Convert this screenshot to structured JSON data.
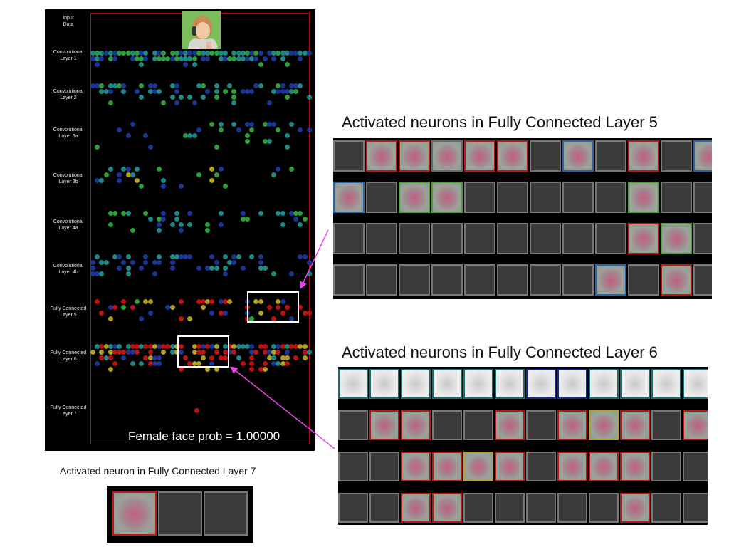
{
  "network_panel": {
    "layers": [
      {
        "line1": "Input",
        "line2": "Data"
      },
      {
        "line1": "Convolutional",
        "line2": "Layer 1"
      },
      {
        "line1": "Convolutional",
        "line2": "Layer 2"
      },
      {
        "line1": "Convolutional",
        "line2": "Layer 3a"
      },
      {
        "line1": "Convolutional",
        "line2": "Layer 3b"
      },
      {
        "line1": "Convolutional",
        "line2": "Layer 4a"
      },
      {
        "line1": "Convolutional",
        "line2": "Layer 4b"
      },
      {
        "line1": "Fully Connected",
        "line2": "Layer 5"
      },
      {
        "line1": "Fully Connected",
        "line2": "Layer 6"
      },
      {
        "line1": "Fully Connected",
        "line2": "Layer 7"
      }
    ],
    "probability_text": "Female face prob = 1.00000"
  },
  "fc5_panel": {
    "title": "Activated neurons in Fully Connected Layer 5",
    "rows": [
      [
        "gray",
        "active-red",
        "active-red",
        "active-gray",
        "active-red",
        "active-red",
        "gray",
        "active-blue",
        "gray",
        "active-red",
        "gray",
        "active-blue"
      ],
      [
        "active-blue",
        "gray",
        "active-green",
        "active-green",
        "gray",
        "gray",
        "gray",
        "gray",
        "gray",
        "active-green",
        "gray",
        "gray",
        "gray"
      ],
      [
        "gray",
        "gray",
        "gray",
        "gray",
        "gray",
        "gray",
        "gray",
        "gray",
        "gray",
        "active-red",
        "active-green",
        "gray",
        "gray"
      ],
      [
        "gray",
        "gray",
        "gray",
        "gray",
        "gray",
        "gray",
        "gray",
        "gray",
        "active-blue",
        "gray",
        "active-red",
        "gray"
      ]
    ]
  },
  "fc6_panel": {
    "title": "Activated neurons in Fully Connected Layer 6",
    "rows": [
      [
        "light-teal",
        "light-teal",
        "light-teal",
        "light-teal",
        "light-teal",
        "light-teal",
        "light-navy",
        "light-navy",
        "light-teal",
        "light-teal",
        "light-teal",
        "light-teal",
        "light-teal"
      ],
      [
        "gray",
        "active-red",
        "active-red",
        "gray",
        "gray",
        "active-red",
        "gray",
        "active-red",
        "active-yellow",
        "active-red",
        "gray",
        "active-red"
      ],
      [
        "gray",
        "gray",
        "active-red",
        "active-red",
        "active-yellow",
        "active-red",
        "gray",
        "active-red",
        "active-red",
        "active-red",
        "gray",
        "gray"
      ],
      [
        "gray",
        "gray",
        "active-red",
        "active-red",
        "gray",
        "gray",
        "gray",
        "gray",
        "gray",
        "active-red",
        "gray",
        "gray"
      ]
    ]
  },
  "fc7_panel": {
    "caption": "Activated neuron in Fully Connected Layer 7",
    "tiles": [
      "active-red",
      "gray",
      "gray"
    ]
  },
  "colors": {
    "neuron_green": "#2e9e3c",
    "neuron_teal": "#1d8a86",
    "neuron_blue": "#1a3596",
    "neuron_red": "#c01010",
    "neuron_yellow": "#b0a020",
    "arrow_magenta": "#ee44ee",
    "frame_red": "#b01010"
  }
}
